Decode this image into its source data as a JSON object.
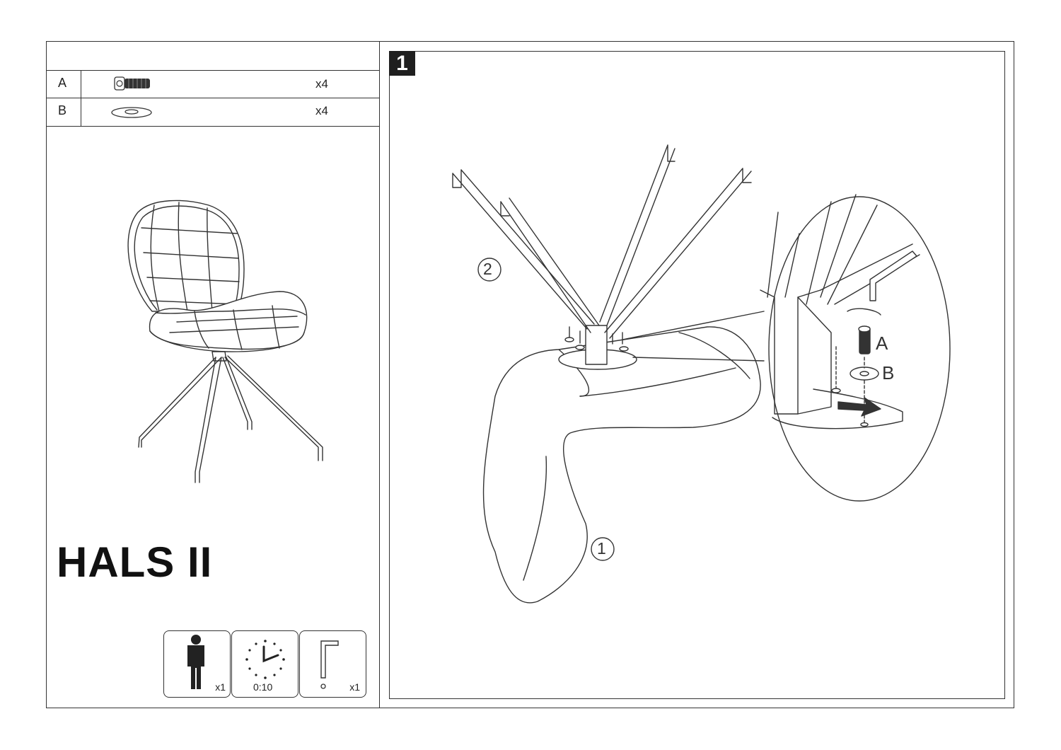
{
  "parts": [
    {
      "letter": "A",
      "qty": "x4",
      "icon": "bolt-icon"
    },
    {
      "letter": "B",
      "qty": "x4",
      "icon": "washer-icon"
    }
  ],
  "product_name": "HALS II",
  "requirements": {
    "people": {
      "icon": "person-icon",
      "count": "x1"
    },
    "time": {
      "icon": "clock-icon",
      "value": "0:10"
    },
    "tool": {
      "icon": "allen-key-icon",
      "count": "x1"
    }
  },
  "step": {
    "number": "1",
    "callouts": {
      "seat": "1",
      "legs": "2"
    },
    "detail_labels": {
      "bolt": "A",
      "washer": "B"
    }
  }
}
